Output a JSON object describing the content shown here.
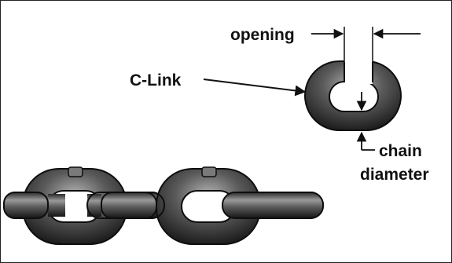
{
  "labels": {
    "opening": "opening",
    "c_link": "C-Link",
    "chain": "chain",
    "diameter": "diameter"
  },
  "colors": {
    "metal_dark": "#1c1c1c",
    "metal_mid": "#4d4d4d",
    "metal_light": "#a6a6a6",
    "ink": "#111111"
  }
}
